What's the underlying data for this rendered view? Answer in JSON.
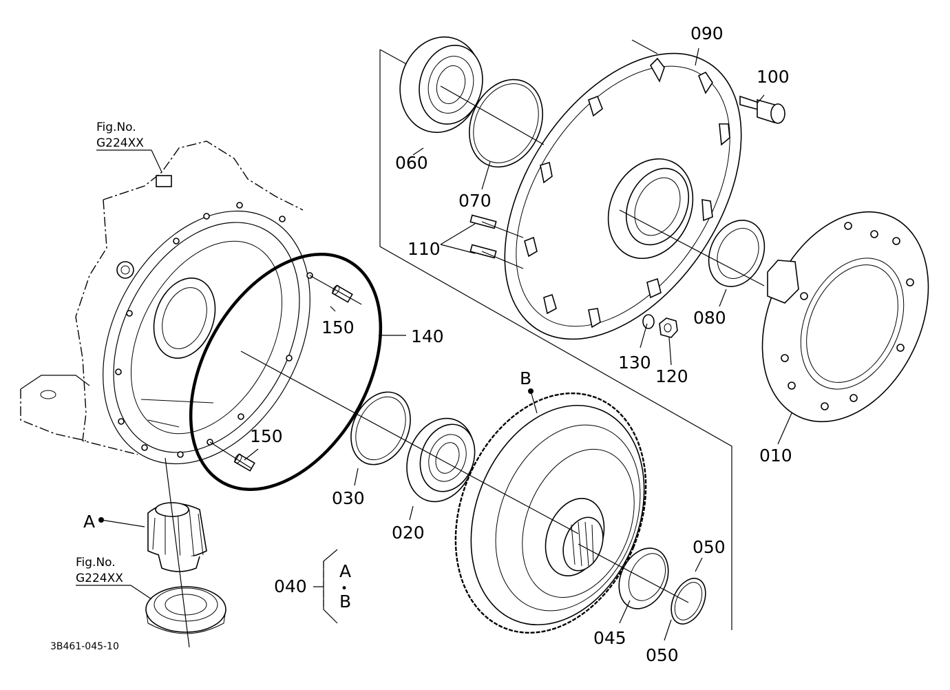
{
  "figure_code": "3B461-045-10",
  "references": [
    {
      "title": "Fig.No.",
      "code": "G224XX"
    },
    {
      "title": "Fig.No.",
      "code": "G224XX"
    }
  ],
  "part_labels": {
    "p010": "010",
    "p020": "020",
    "p030": "030",
    "p040": "040",
    "p045": "045",
    "p050a": "050",
    "p050b": "050",
    "p060": "060",
    "p070": "070",
    "p080": "080",
    "p090": "090",
    "p100": "100",
    "p110": "110",
    "p120": "120",
    "p130": "130",
    "p140": "140",
    "p150a": "150",
    "p150b": "150"
  },
  "point_labels": {
    "a": "A",
    "b": "B"
  },
  "group_040": {
    "top": "A",
    "dot": "•",
    "bottom": "B"
  }
}
